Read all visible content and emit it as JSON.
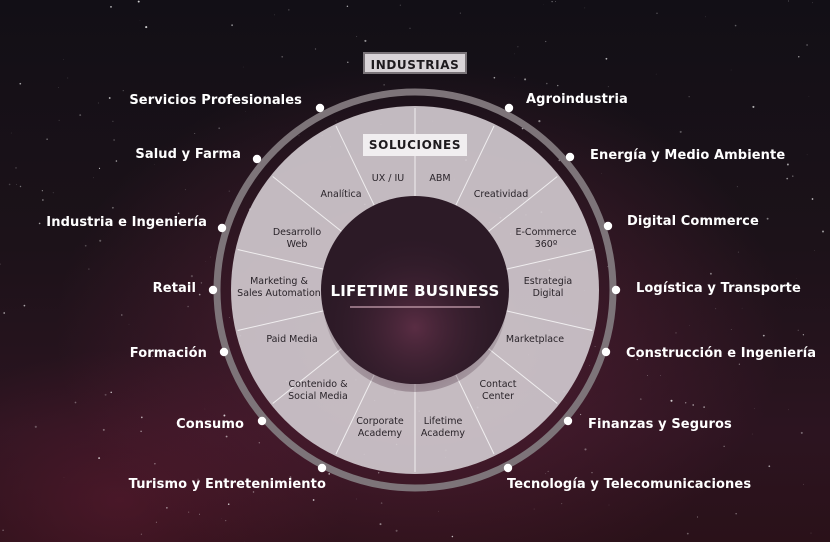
{
  "center": {
    "title": "LIFETIME BUSINESS"
  },
  "industries_header": "INDUSTRIAS",
  "solutions_header": "SOLUCIONES",
  "industries_left": [
    "Servicios Profesionales",
    "Salud y Farma",
    "Industria e Ingeniería",
    "Retail",
    "Formación",
    "Consumo",
    "Turismo y Entretenimiento"
  ],
  "industries_right": [
    "Agroindustria",
    "Energía y Medio Ambiente",
    "Digital Commerce",
    "Logística y Transporte",
    "Construcción e Ingeniería",
    "Finanzas y Seguros",
    "Tecnología y Telecomunicaciones"
  ],
  "solutions": [
    "UX / IU",
    "ABM",
    "Creatividad",
    "E-Commerce\n360º",
    "Estrategia\nDigital",
    "Marketplace",
    "Contact\nCenter",
    "Lifetime\nAcademy",
    "Corporate\nAcademy",
    "Contenido &\nSocial Media",
    "Paid Media",
    "Marketing &\nSales Automation",
    "Desarrollo\nWeb",
    "Analítica"
  ],
  "colors": {
    "ring": "#7d7479",
    "disc": "#cfc7cc",
    "label": "#ffffff",
    "accent_line": "#c9a3b2"
  }
}
